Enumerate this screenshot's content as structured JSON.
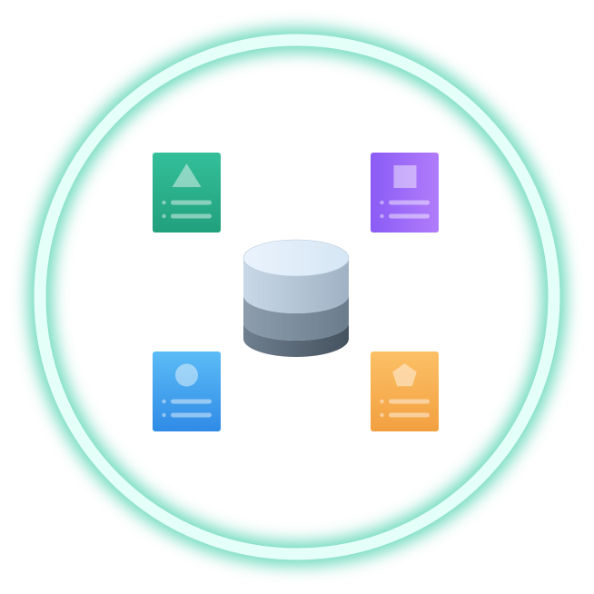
{
  "illustration": {
    "ring": {
      "color": "#e4fff7",
      "glow_color": "#4fd1ae"
    },
    "database": {
      "icon": "database-icon",
      "top_color": "#e6f0fa",
      "mid_color": "#7f8f9e",
      "bottom_color": "#4a5866"
    },
    "cards": [
      {
        "name": "green-card",
        "shape": "triangle",
        "color_top": "#34bf9a",
        "color_bottom": "#21a07c"
      },
      {
        "name": "purple-card",
        "shape": "square",
        "color_top": "#8b5cf6",
        "color_bottom": "#b17cfa"
      },
      {
        "name": "blue-card",
        "shape": "circle",
        "color_top": "#5bbcf6",
        "color_bottom": "#2f8be6"
      },
      {
        "name": "orange-card",
        "shape": "pentagon",
        "color_top": "#fcc066",
        "color_bottom": "#f2a040"
      }
    ]
  }
}
